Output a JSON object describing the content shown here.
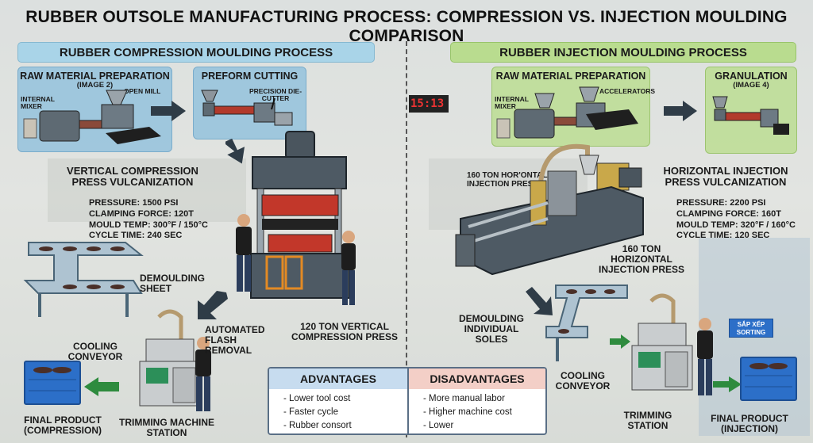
{
  "title": "RUBBER OUTSOLE MANUFACTURING PROCESS: COMPRESSION VS. INJECTION MOULDING COMPARISON",
  "compression": {
    "banner": "RUBBER COMPRESSION MOULDING PROCESS",
    "raw_material": {
      "title": "RAW MATERIAL PREPARATION",
      "subtitle": "(IMAGE 2)",
      "internal_mixer": "INTERNAL MIXER",
      "open_mill": "OPEN MILL"
    },
    "preform": {
      "title": "PREFORM CUTTING",
      "cutter": "PRECISION DIE-CUTTER"
    },
    "press_title": "VERTICAL COMPRESSION PRESS VULCANIZATION",
    "specs": [
      "PRESSURE: 1500 PSI",
      "CLAMPING FORCE: 120T",
      "MOULD TEMP: 300°F / 150°C",
      "CYCLE TIME: 240 SEC"
    ],
    "demoulding": "DEMOULDING SHEET",
    "press_label": "120 TON VERTICAL COMPRESSION PRESS",
    "flash_removal": "AUTOMATED FLASH REMOVAL",
    "cooling": "COOLING CONVEYOR",
    "trimming": "TRIMMING MACHINE STATION",
    "final": "FINAL PRODUCT (COMPRESSION)"
  },
  "injection": {
    "banner": "RUBBER INJECTION MOULDING PROCESS",
    "raw_material": {
      "title": "RAW MATERIAL PREPARATION",
      "internal_mixer": "INTERNAL MIXER",
      "accelerators": "ACCELERATORS"
    },
    "granulation": {
      "title": "GRANULATION",
      "subtitle": "(IMAGE 4)"
    },
    "press_callout": "160 TON HOR'ONTAL INJECTION PRESS",
    "press_title": "HORIZONTAL INJECTION PRESS VULCANIZATION",
    "specs": [
      "PRESSURE: 2200 PSI",
      "CLAMPING FORCE: 160T",
      "MOULD TEMP: 320°F / 160°C",
      "CYCLE TIME: 120 SEC"
    ],
    "press_label": "160 TON HORIZONTAL INJECTION PRESS",
    "demoulding": "DEMOULDING INDIVIDUAL SOLES",
    "cooling": "COOLING CONVEYOR",
    "trimming": "TRIMMING STATION",
    "final": "FINAL PRODUCT (INJECTION)",
    "clock": "15:13",
    "crate_sign": "SẮP XẾP SORTING"
  },
  "table": {
    "advantages_header": "ADVANTAGES",
    "disadvantages_header": "DISADVANTAGES",
    "advantages": [
      "- Lower tool cost",
      "- Faster cycle",
      "- Rubber consort"
    ],
    "disadvantages": [
      "- More manual labor",
      "- Higher machine cost",
      "- Lower"
    ]
  },
  "colors": {
    "compression_banner": "#a9d4e8",
    "injection_banner": "#b9dc8f",
    "advantages_header": "#c7dcef",
    "disadvantages_header": "#f3cfc7"
  }
}
